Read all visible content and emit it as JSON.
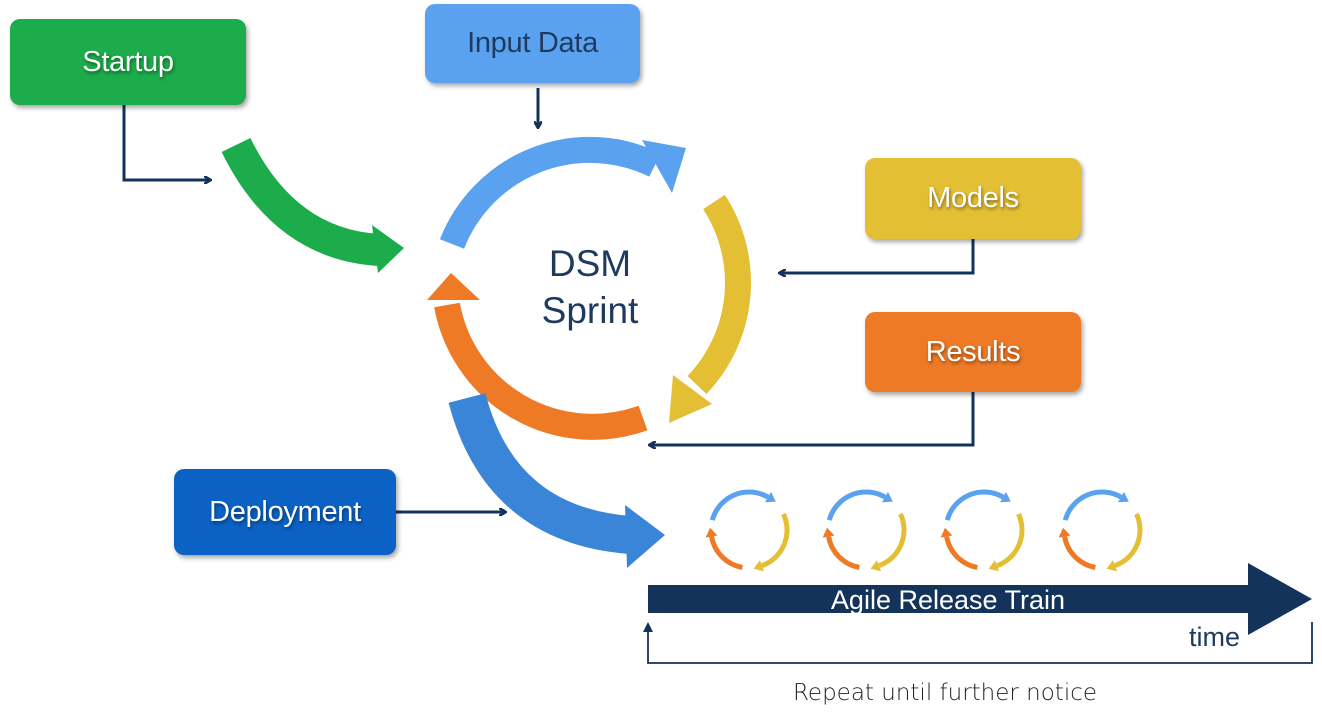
{
  "boxes": {
    "startup": "Startup",
    "input_data": "Input Data",
    "models": "Models",
    "results": "Results",
    "deployment": "Deployment"
  },
  "center": {
    "line1": "DSM",
    "line2": "Sprint"
  },
  "release_train": "Agile Release Train",
  "time_label": "time",
  "repeat_label": "Repeat until further notice",
  "colors": {
    "green": "#1cac4b",
    "light_blue": "#5aa2f0",
    "yellow": "#e5bf33",
    "orange": "#ee7a25",
    "blue": "#0b62c4",
    "navy": "#14335a"
  }
}
